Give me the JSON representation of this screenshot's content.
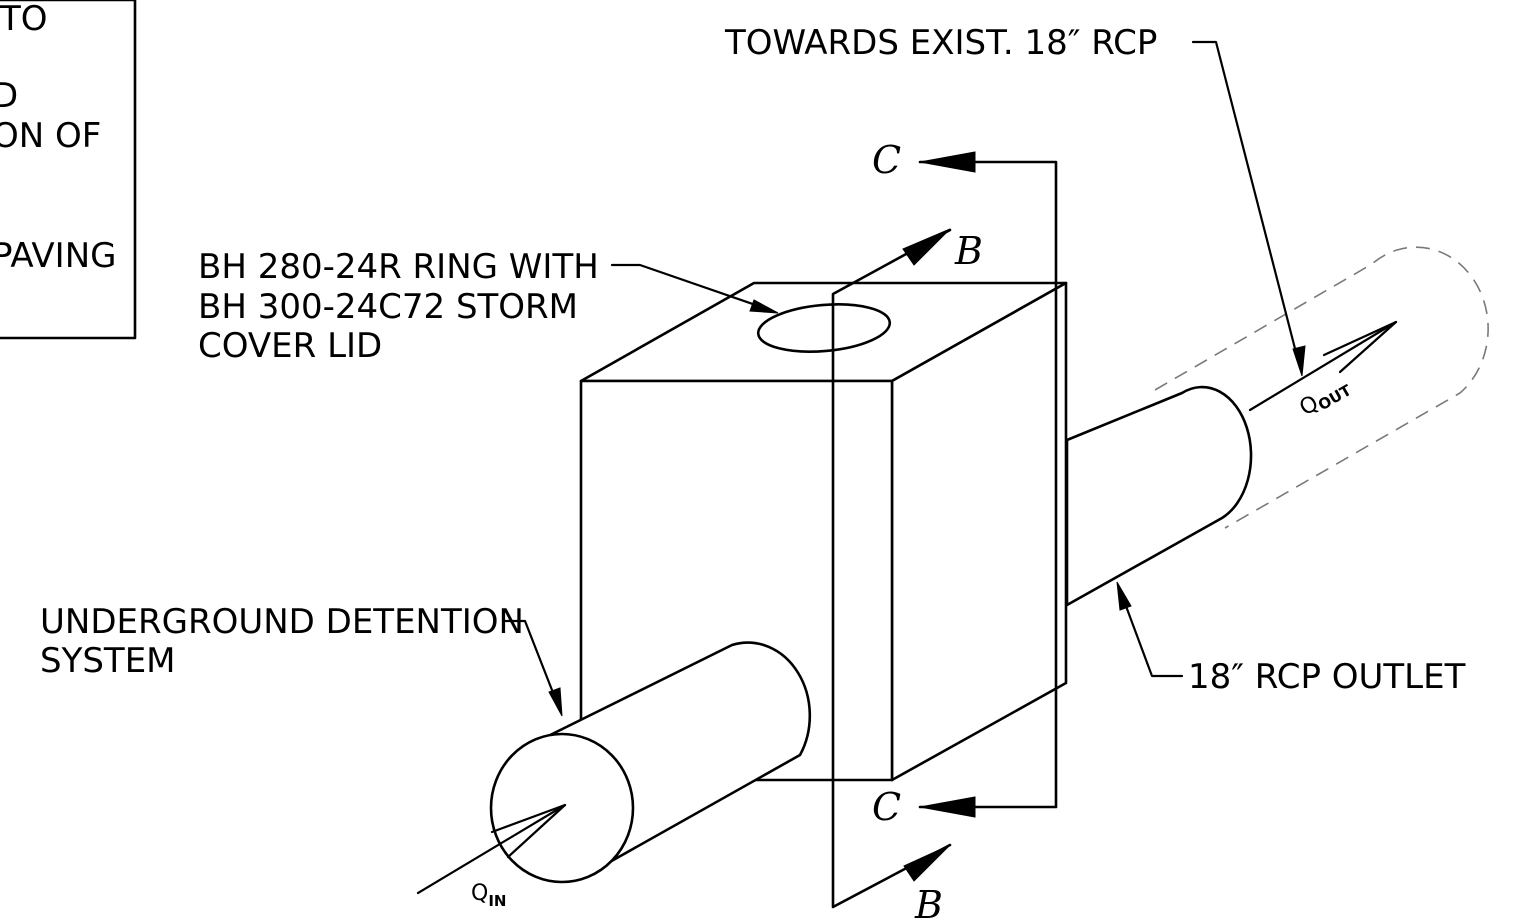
{
  "notes_box": {
    "line_1": "TO",
    "line_2": "D",
    "line_3": "ON OF",
    "line_4": "PAVING"
  },
  "labels": {
    "outlet_direction": "TOWARDS EXIST. 18″ RCP",
    "ring_line_1": "BH 280-24R RING WITH",
    "ring_line_2": "BH 300-24C72 STORM",
    "ring_line_3": "COVER LID",
    "detention_line_1": "UNDERGROUND DETENTION",
    "detention_line_2": "SYSTEM",
    "outlet_pipe": "18″ RCP OUTLET"
  },
  "section_marks": {
    "c_top": "C",
    "c_bottom": "C",
    "b_top": "B",
    "b_bottom": "B"
  },
  "flow": {
    "q_in_letter": "Q",
    "q_in_sub": "IN",
    "q_out_letter": "Q",
    "q_out_sub": "OUT"
  }
}
